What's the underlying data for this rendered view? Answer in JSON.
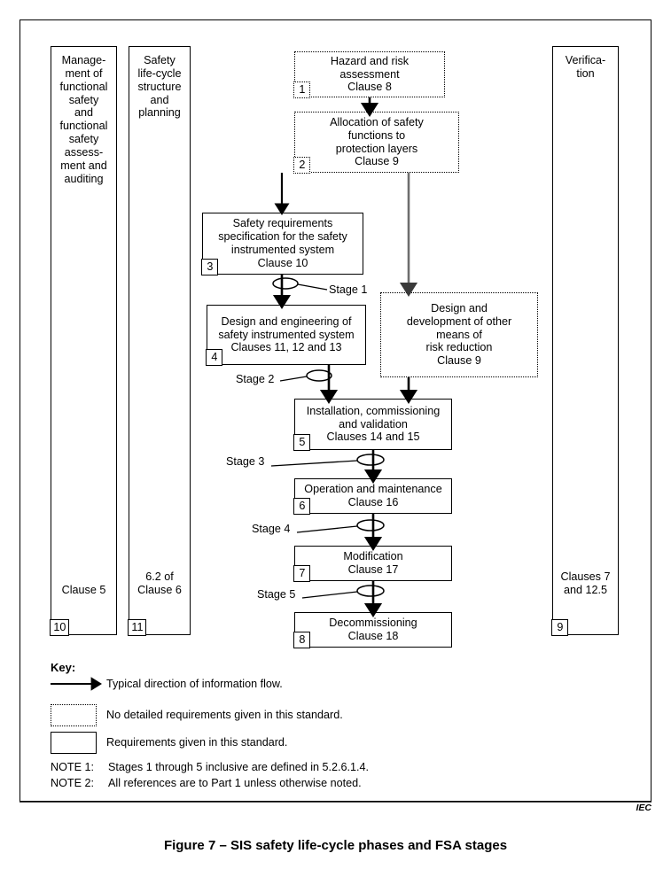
{
  "figure": {
    "caption": "Figure 7 – SIS safety life-cycle phases and FSA stages",
    "source_mark": "IEC"
  },
  "columns": [
    {
      "name": "management",
      "title": "Manage-\nment of\nfunctional\nsafety\nand\nfunctional\nsafety\nassess-\nment and\nauditing",
      "footer": "Clause 5",
      "number": "10"
    },
    {
      "name": "lifecycle-structure",
      "title": "Safety\nlife-cycle\nstructure\nand\nplanning",
      "footer": "6.2 of\nClause 6",
      "number": "11"
    },
    {
      "name": "verification",
      "title": "Verifica-\ntion",
      "footer": "Clauses 7\nand 12.5",
      "number": "9"
    }
  ],
  "phases": [
    {
      "number": "1",
      "text": "Hazard and risk\nassessment\nClause 8",
      "style": "dotted"
    },
    {
      "number": "2",
      "text": "Allocation of safety\nfunctions to\nprotection layers\nClause 9",
      "style": "dotted"
    },
    {
      "number": "3",
      "text": "Safety requirements\nspecification for the safety\ninstrumented system\nClause 10",
      "style": "solid"
    },
    {
      "number": "4",
      "text": "Design and engineering of\nsafety instrumented system\nClauses 11, 12 and 13",
      "style": "solid"
    },
    {
      "number": "",
      "text": "Design and\ndevelopment of other\nmeans of\nrisk reduction\nClause 9",
      "style": "dotted"
    },
    {
      "number": "5",
      "text": "Installation, commissioning\nand validation\nClauses 14 and 15",
      "style": "solid"
    },
    {
      "number": "6",
      "text": "Operation and maintenance\nClause 16",
      "style": "solid"
    },
    {
      "number": "7",
      "text": "Modification\nClause 17",
      "style": "solid"
    },
    {
      "number": "8",
      "text": "Decommissioning\nClause 18",
      "style": "solid"
    }
  ],
  "stages": [
    {
      "label": "Stage 1"
    },
    {
      "label": "Stage 2"
    },
    {
      "label": "Stage 3"
    },
    {
      "label": "Stage 4"
    },
    {
      "label": "Stage 5"
    }
  ],
  "key": {
    "title": "Key:",
    "entries": [
      {
        "symbol": "arrow",
        "text": "Typical direction of information flow."
      },
      {
        "symbol": "dotted-box",
        "text": "No detailed requirements given in this standard."
      },
      {
        "symbol": "solid-box",
        "text": "Requirements given in this standard."
      }
    ],
    "notes": [
      {
        "label": "NOTE 1:",
        "text": "Stages 1 through 5 inclusive are defined in 5.2.6.1.4."
      },
      {
        "label": "NOTE 2:",
        "text": "All references are to Part 1 unless otherwise noted."
      }
    ]
  },
  "colors": {
    "line": "#000000",
    "grey_line": "#6e6e6e",
    "background": "#ffffff"
  }
}
